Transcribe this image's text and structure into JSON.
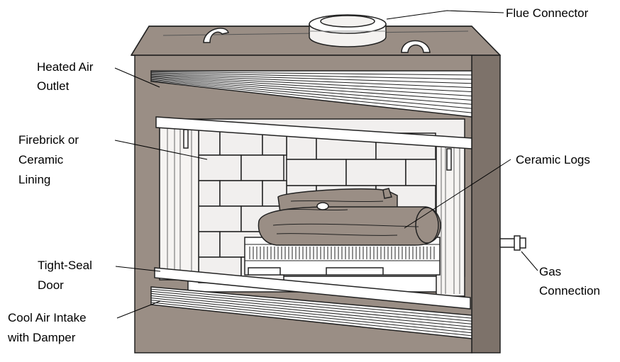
{
  "labels": {
    "flue_connector": "Flue Connector",
    "heated_air_outlet": [
      "Heated Air",
      "Outlet"
    ],
    "firebrick_lining": [
      "Firebrick or",
      "Ceramic",
      "Lining"
    ],
    "ceramic_logs": "Ceramic Logs",
    "tight_seal_door": [
      "Tight-Seal",
      "Door"
    ],
    "gas_connection": [
      "Gas",
      "Connection"
    ],
    "cool_air_intake": [
      "Cool Air Intake",
      "with Damper"
    ]
  },
  "colors": {
    "housing": "#9a8e85",
    "housing_dark": "#7d726a",
    "brick": "#f1efee",
    "outline": "#222222",
    "background": "#ffffff"
  }
}
